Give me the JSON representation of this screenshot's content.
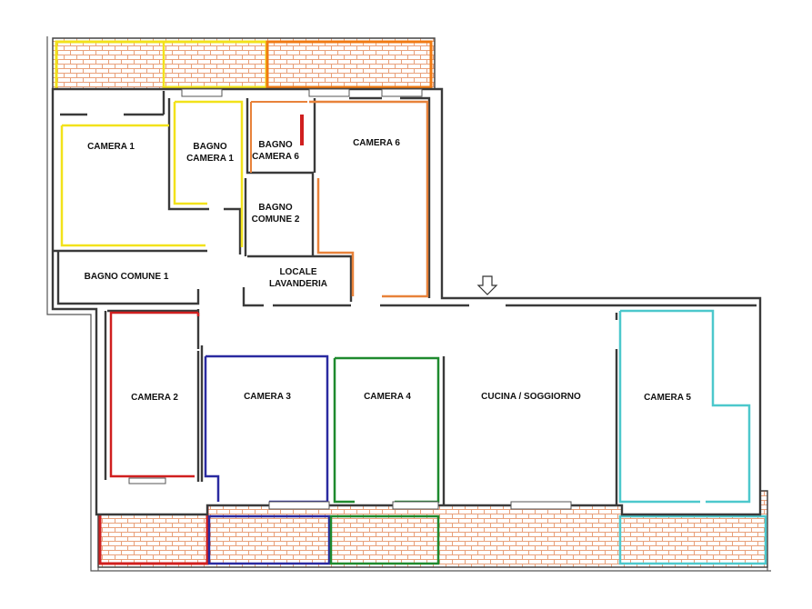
{
  "rooms": {
    "camera_1": {
      "label": "CAMERA 1",
      "color": "#f2e21a"
    },
    "bagno_camera_1": {
      "line1": "BAGNO",
      "line2": "CAMERA 1",
      "color": "#f2e21a"
    },
    "bagno_camera_6": {
      "line1": "BAGNO",
      "line2": "CAMERA 6",
      "color": "#e8823a"
    },
    "camera_6": {
      "label": "CAMERA 6",
      "color": "#e8823a"
    },
    "bagno_comune_2": {
      "line1": "BAGNO",
      "line2": "COMUNE 2"
    },
    "bagno_comune_1": {
      "label": "BAGNO COMUNE 1"
    },
    "locale_lavanderia": {
      "line1": "LOCALE",
      "line2": "LAVANDERIA"
    },
    "camera_2": {
      "label": "CAMERA 2",
      "color": "#d01f1f"
    },
    "camera_3": {
      "label": "CAMERA 3",
      "color": "#2a2aa0"
    },
    "camera_4": {
      "label": "CAMERA 4",
      "color": "#1e8a2e"
    },
    "cucina_soggiorno": {
      "label": "CUCINA / SOGGIORNO"
    },
    "camera_5": {
      "label": "CAMERA 5",
      "color": "#4cc8cc"
    }
  },
  "terraces": {
    "brick_color": "#e8a07a",
    "north_left_color": "#f2e21a",
    "north_right_color": "#f07a12",
    "south_camera2_color": "#d01f1f",
    "south_camera3_color": "#2a2aa0",
    "south_camera4_color": "#1e8a2e",
    "south_camera5_color": "#4cc8cc"
  },
  "entrance_icon": "down-arrow-icon"
}
